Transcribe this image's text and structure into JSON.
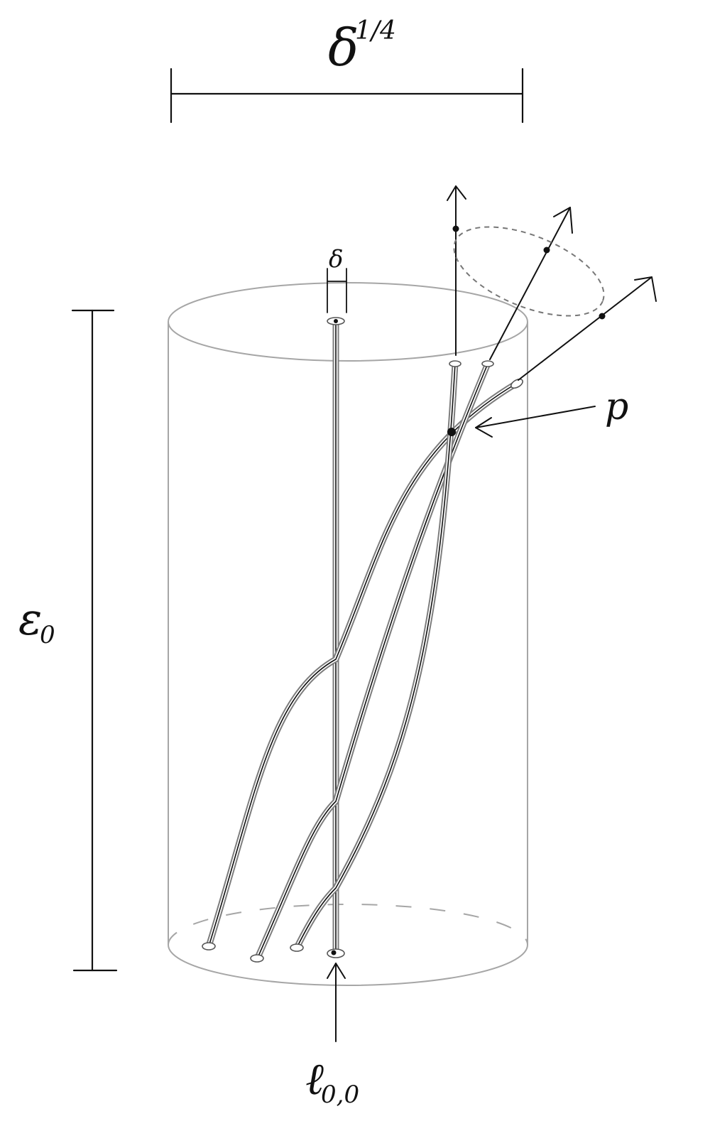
{
  "labels": {
    "width": "δ",
    "width_exponent": "1/4",
    "tube_width": "δ",
    "height": "ε",
    "height_subscript": "0",
    "point": "p",
    "line": "ℓ",
    "line_subscript": "0,0"
  },
  "colors": {
    "ink": "#111111",
    "cylinder": "#a6a6a6",
    "tube_outline": "#7d7d7d",
    "dashed_ellipse": "#777777"
  }
}
